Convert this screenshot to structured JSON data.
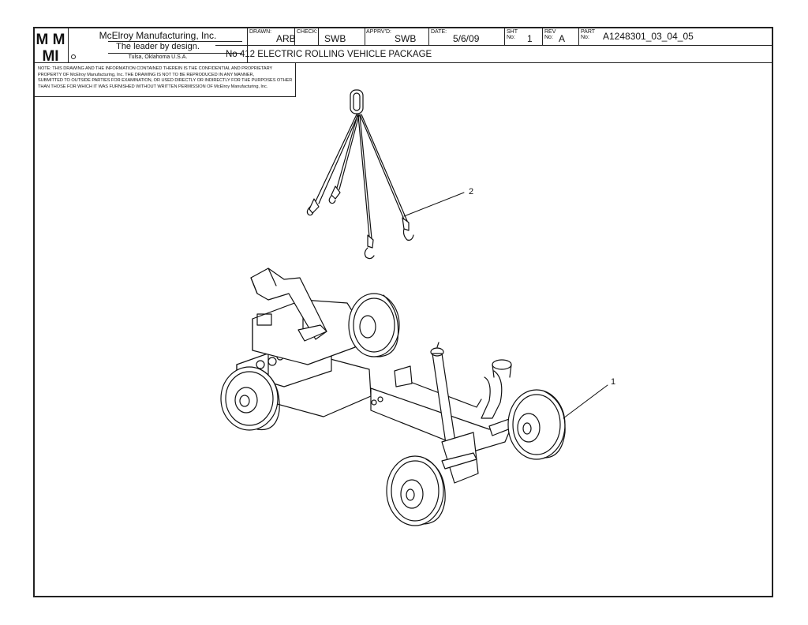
{
  "title_block": {
    "logo_text_top": "M M",
    "logo_text_bottom": "MI",
    "company_name": "McElroy Manufacturing, Inc.",
    "tagline": "The leader by design.",
    "location": "Tulsa, Oklahoma U.S.A.",
    "drawn_label": "DRAWN:",
    "drawn_value": "ARB",
    "check_label": "CHECK:",
    "check_value": "SWB",
    "approved_label": "APPRV'D:",
    "approved_value": "SWB",
    "date_label": "DATE:",
    "date_value": "5/6/09",
    "sheet_label_1": "SHT",
    "sheet_label_2": "No:",
    "sheet_value": "1",
    "rev_label_1": "REV",
    "rev_label_2": "No:",
    "rev_value": "A",
    "part_label_1": "PART",
    "part_label_2": "No:",
    "part_value": "A1248301_03_04_05",
    "drawing_title": "No 412 ELECTRIC ROLLING VEHICLE PACKAGE"
  },
  "notice": {
    "line1": "NOTE: THIS DRAWING AND THE INFORMATION CONTAINED THEREIN IS THE CONFIDENTIAL AND PROPRIETARY",
    "line2": "PROPERTY OF McElroy Manufacturing, Inc. THE DRAWING IS NOT TO BE REPRODUCED IN ANY MANNER,",
    "line3": "SUBMITTED TO OUTSIDE PARTIES FOR EXAMINATION, OR USED DIRECTLY OR INDIRECTLY FOR THE PURPOSES OTHER",
    "line4": "THAN THOSE FOR WHICH IT WAS FURNISHED WITHOUT WRITTEN PERMISSION OF McElroy Manufacturing, Inc."
  },
  "callouts": {
    "item1": "1",
    "item2": "2"
  }
}
